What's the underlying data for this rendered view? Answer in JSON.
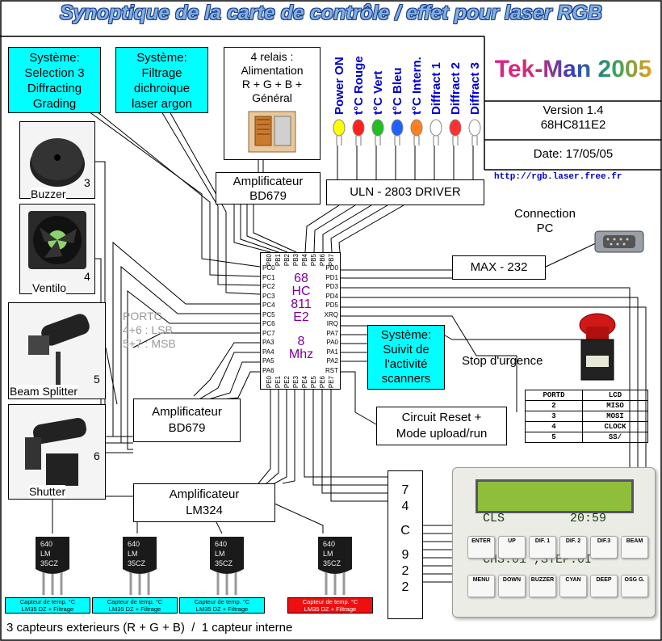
{
  "title": "Synoptique de la carte de contrôle / effet pour laser RGB",
  "systems": {
    "selection": [
      "Système:",
      "Selection 3",
      "Diffracting",
      "Grading"
    ],
    "filtrage": [
      "Système:",
      "Filtrage",
      "dichroique",
      "laser argon"
    ],
    "suivi": [
      "Système:",
      "Suivit de",
      "l'activité",
      "scanners"
    ]
  },
  "relais": [
    "4 relais :",
    "Alimentation",
    "R + G + B +",
    "Général"
  ],
  "leds": [
    "Power ON",
    "t°C Rouge",
    "t°C Vert",
    "t°C Bleu",
    "t°C Intern.",
    "Diffract 1",
    "Diffract 2",
    "Diffract 3"
  ],
  "led_colors": [
    "#ffff00",
    "#ff2020",
    "#20c020",
    "#2060ff",
    "#ff8020",
    "#ffffff",
    "#ff3030",
    "#ffffff"
  ],
  "logo": "Tek-Man 2005",
  "version": [
    "Version 1.4",
    "68HC811E2"
  ],
  "date": "Date: 17/05/05",
  "url": "http://rgb.laser.free.fr",
  "ampli_top": [
    "Amplificateur",
    "BD679"
  ],
  "ampli_mid": [
    "Amplificateur",
    "BD679"
  ],
  "ampli_lm": [
    "Amplificateur",
    "LM324"
  ],
  "uln": "ULN - 2803 DRIVER",
  "connection": [
    "Connection",
    "PC"
  ],
  "max": "MAX - 232",
  "mcu": {
    "name": [
      "68",
      "HC",
      "811",
      "E2"
    ],
    "freq": [
      "8",
      "Mhz"
    ],
    "left_pins": [
      "PC0",
      "PC1",
      "PC2",
      "PC3",
      "PC4",
      "PC5",
      "PC6",
      "PC7",
      "PA3",
      "PA4",
      "PA5",
      "PA6"
    ],
    "right_pins": [
      "PD0",
      "PD1",
      "PD3",
      "PD4",
      "PD5",
      "XRQ",
      "IRQ",
      "PA7",
      "PA0",
      "PA1",
      "PA2",
      "RST"
    ],
    "top_pins": [
      "PB0",
      "PB1",
      "PB2",
      "PB3",
      "PB4",
      "PB5",
      "PB6",
      "PB7"
    ],
    "bottom_pins": [
      "PE0",
      "PE1",
      "PE2",
      "PE3",
      "PE4",
      "PE5",
      "PE6",
      "PE7"
    ]
  },
  "portc": [
    "PORTC",
    "4+6 : LSB",
    "5+7 : MSB"
  ],
  "peripherals": {
    "buzzer": {
      "label": "Buzzer",
      "num": "3"
    },
    "ventilo": {
      "label": "Ventilo",
      "num": "4"
    },
    "beam": {
      "label": "Beam Splitter",
      "num": "5"
    },
    "shutter": {
      "label": "Shutter",
      "num": "6"
    }
  },
  "stop": "Stop d'urgence",
  "reset": [
    "Circuit Reset +",
    "Mode upload/run"
  ],
  "lcd_table": {
    "header": [
      "PORTD",
      "LCD"
    ],
    "rows": [
      [
        "2",
        "MISO"
      ],
      [
        "3",
        "MOSI"
      ],
      [
        "4",
        "CLOCK"
      ],
      [
        "5",
        "SS/"
      ]
    ]
  },
  "c922": [
    "7",
    "4",
    "",
    "C",
    "",
    "9",
    "2",
    "2"
  ],
  "lcd_screen": [
    "CLS         20:59",
    "CHS:01 ,STEP:0I"
  ],
  "keys_row1": [
    "ENTER",
    "UP",
    "DIF. 1",
    "DIF. 2",
    "DIF.3",
    "BEAM"
  ],
  "keys_row2": [
    "MENU",
    "DOWN",
    "BUZZER",
    "CYAN",
    "DEEP",
    "OSG G."
  ],
  "sensor_chip": [
    "640",
    "LM",
    "35CZ"
  ],
  "sensor_caps": [
    [
      "Capteur de temp. °C",
      "LM35 DZ + Filtrage"
    ],
    [
      "Capteur de temp. °C",
      "LM35 DZ + Filtrage"
    ],
    [
      "Capteur de temp. °C",
      "LM35 DZ + Filtrage"
    ],
    [
      "Capteur de temp. °C",
      "LM35 DZ + Filtrage"
    ]
  ],
  "bottom_note": "3 capteurs exterieurs (R + G + B)  /  1 capteur interne"
}
